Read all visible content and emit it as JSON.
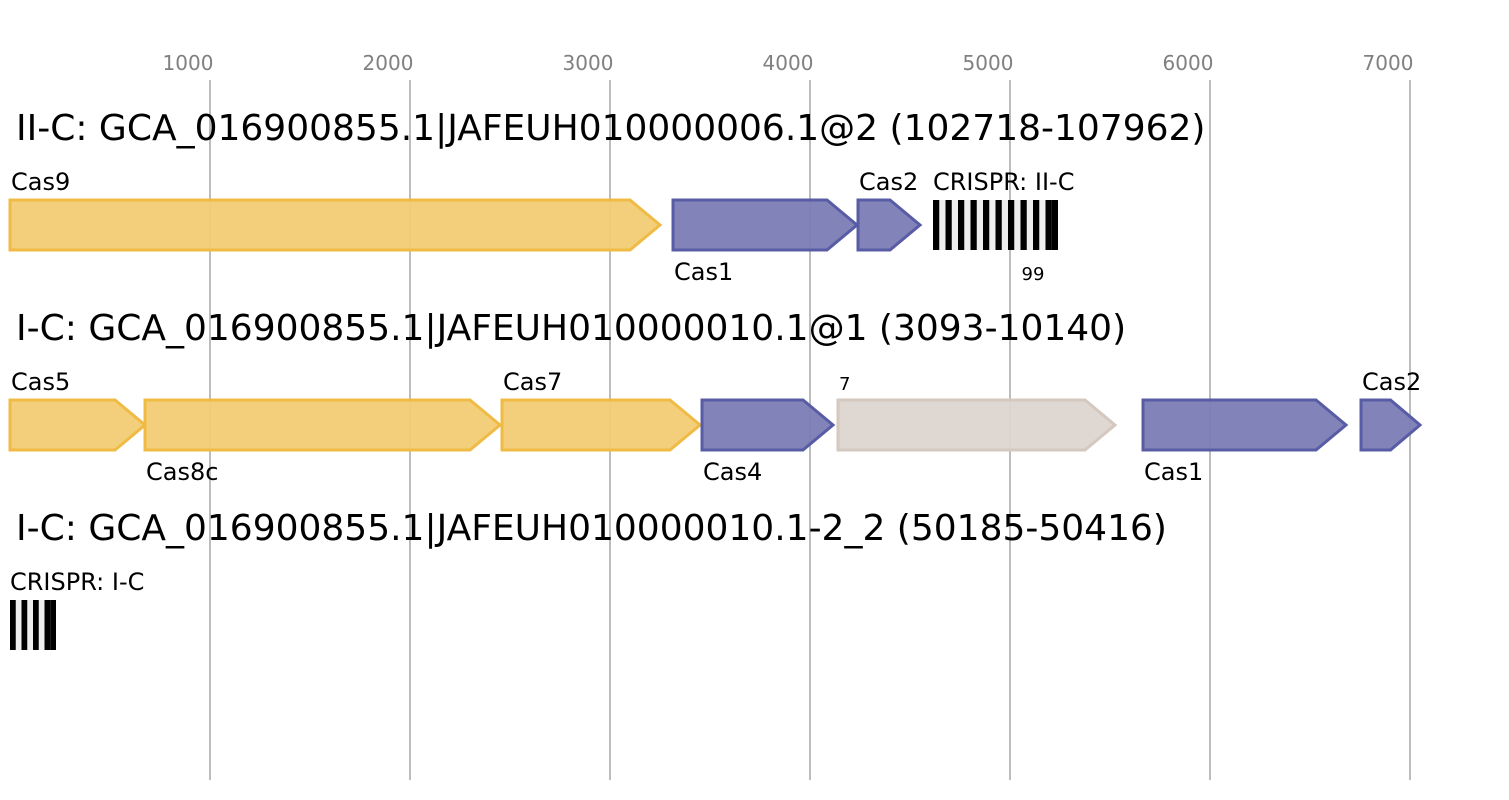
{
  "chart_data": {
    "type": "gene-arrow-map",
    "axis": {
      "unit": "bp",
      "ticks": [
        1000,
        2000,
        3000,
        4000,
        5000,
        6000,
        7000
      ],
      "range": [
        0,
        7475
      ],
      "grid": true
    },
    "colors": {
      "yellow_fill": "#f2cc74",
      "yellow_stroke": "#efbb45",
      "blue_fill": "#7b7db5",
      "blue_stroke": "#585ca5",
      "grey_fill": "#ddd5cf",
      "grey_stroke": "#d5c8bf",
      "tick_text": "#808080",
      "grid": "#bdbdbd",
      "crispr_dark": "#000000",
      "crispr_light": "#eeeeee"
    },
    "tracks": [
      {
        "title": "II-C: GCA_016900855.1|JAFEUH010000006.1@2 (102718-107962)",
        "features": [
          {
            "kind": "gene",
            "label": "Cas9",
            "start": 0,
            "end": 3250,
            "color": "yellow",
            "label_pos": "above"
          },
          {
            "kind": "gene",
            "label": "Cas1",
            "start": 3315,
            "end": 4235,
            "color": "blue",
            "label_pos": "below"
          },
          {
            "kind": "gene",
            "label": "Cas2",
            "start": 4240,
            "end": 4550,
            "color": "blue",
            "label_pos": "above"
          },
          {
            "kind": "crispr",
            "label": "CRISPR: II-C",
            "start": 4615,
            "end": 5240,
            "repeats": 7,
            "count_label": "99",
            "label_pos": "above"
          }
        ]
      },
      {
        "title": "I-C: GCA_016900855.1|JAFEUH010000010.1@1 (3093-10140)",
        "features": [
          {
            "kind": "gene",
            "label": "Cas5",
            "start": 0,
            "end": 675,
            "color": "yellow",
            "label_pos": "above"
          },
          {
            "kind": "gene",
            "label": "Cas8c",
            "start": 675,
            "end": 2450,
            "color": "yellow",
            "label_pos": "below"
          },
          {
            "kind": "gene",
            "label": "Cas7",
            "start": 2460,
            "end": 3450,
            "color": "yellow",
            "label_pos": "above"
          },
          {
            "kind": "gene",
            "label": "Cas4",
            "start": 3460,
            "end": 4115,
            "color": "blue",
            "label_pos": "below"
          },
          {
            "kind": "gene",
            "label": "7",
            "start": 4140,
            "end": 5525,
            "color": "grey",
            "label_pos": "above",
            "small": true
          },
          {
            "kind": "gene",
            "label": "Cas1",
            "start": 5665,
            "end": 6680,
            "color": "blue",
            "label_pos": "below"
          },
          {
            "kind": "gene",
            "label": "Cas2",
            "start": 6755,
            "end": 7050,
            "color": "blue",
            "label_pos": "above"
          }
        ]
      },
      {
        "title": "I-C: GCA_016900855.1|JAFEUH010000010.1-2_2 (50185-50416)",
        "features": [
          {
            "kind": "crispr",
            "label": "CRISPR: I-C",
            "start": 0,
            "end": 230,
            "repeats": 3,
            "label_pos": "above"
          }
        ]
      }
    ]
  }
}
